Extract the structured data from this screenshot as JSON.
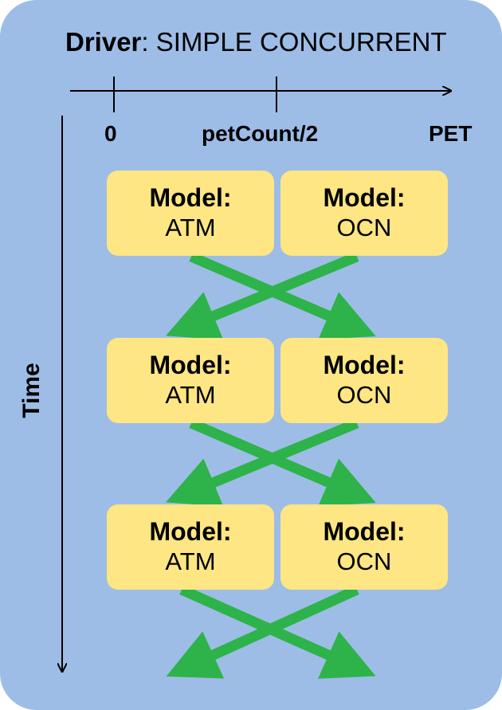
{
  "driver": {
    "label": "Driver",
    "separator": ": ",
    "value": "SIMPLE CONCURRENT"
  },
  "pet_axis": {
    "tick_zero": "0",
    "tick_half": "petCount/2",
    "label": "PET"
  },
  "time_axis": {
    "label": "Time"
  },
  "stages": [
    {
      "left": {
        "title": "Model:",
        "name": "ATM"
      },
      "right": {
        "title": "Model:",
        "name": "OCN"
      }
    },
    {
      "left": {
        "title": "Model:",
        "name": "ATM"
      },
      "right": {
        "title": "Model:",
        "name": "OCN"
      }
    },
    {
      "left": {
        "title": "Model:",
        "name": "ATM"
      },
      "right": {
        "title": "Model:",
        "name": "OCN"
      }
    }
  ],
  "colors": {
    "panel": "#9dbde6",
    "model_box": "#fde683",
    "exchange_arrow": "#2db34a"
  }
}
